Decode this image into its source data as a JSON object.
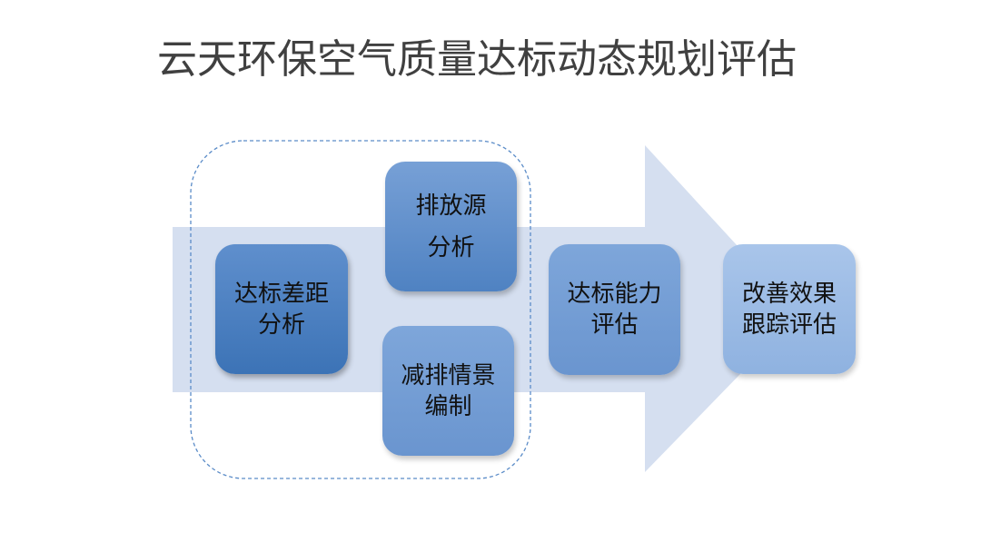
{
  "title": "云天环保空气质量达标动态规划评估",
  "steps": {
    "gap_analysis": {
      "line1": "达标差距",
      "line2": "分析"
    },
    "source_analysis": {
      "line1": "排放源",
      "line2": "分析"
    },
    "reduction_scenario": {
      "line1": "减排情景",
      "line2": "编制"
    },
    "capacity_assessment": {
      "line1": "达标能力",
      "line2": "评估"
    },
    "effect_tracking": {
      "line1": "改善效果",
      "line2": "跟踪评估"
    }
  },
  "colors": {
    "arrow": "#d5dff0",
    "dashed_group": "#5b8cc8",
    "box_dark": "#3c73b6",
    "box_light": "#8fb2e0"
  }
}
